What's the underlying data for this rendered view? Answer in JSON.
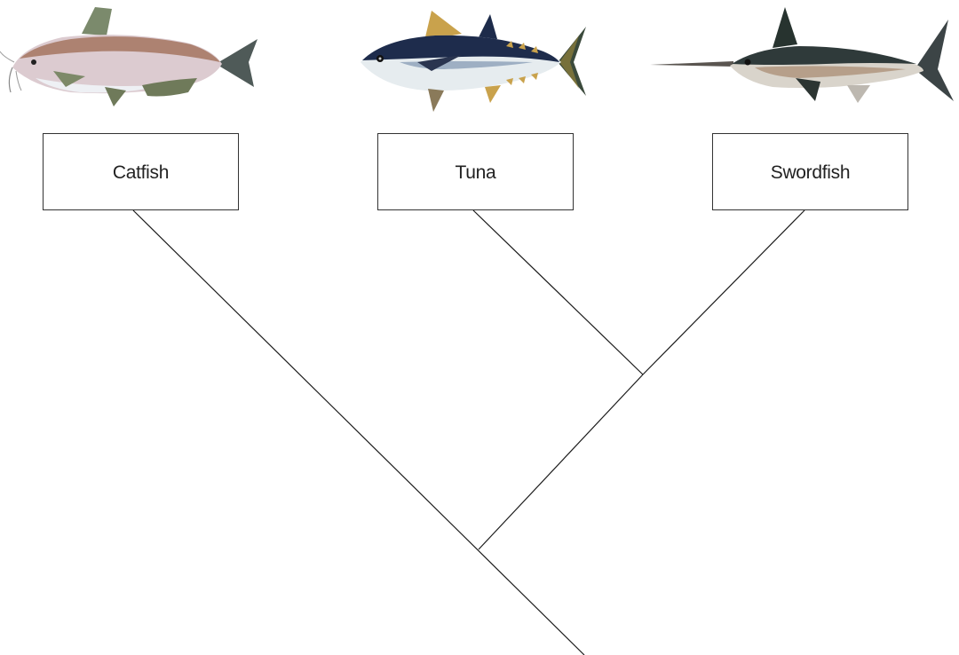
{
  "taxa": [
    {
      "id": "catfish",
      "label": "Catfish",
      "image": "catfish-illustration",
      "body_color": "#d9c8cc",
      "back_color": "#9a6a52",
      "fin_color": "#6f7a5a"
    },
    {
      "id": "tuna",
      "label": "Tuna",
      "image": "tuna-illustration",
      "body_color": "#e8eef0",
      "back_color": "#1d2b4a",
      "fin_color": "#c8a24a"
    },
    {
      "id": "swordfish",
      "label": "Swordfish",
      "image": "swordfish-illustration",
      "body_color": "#d8d4cc",
      "back_color": "#2e3a3a",
      "fin_color": "#2f3a36"
    }
  ],
  "tree": {
    "topology": "((Tuna, Swordfish), Catfish)",
    "line_color": "#1a1a1a"
  }
}
